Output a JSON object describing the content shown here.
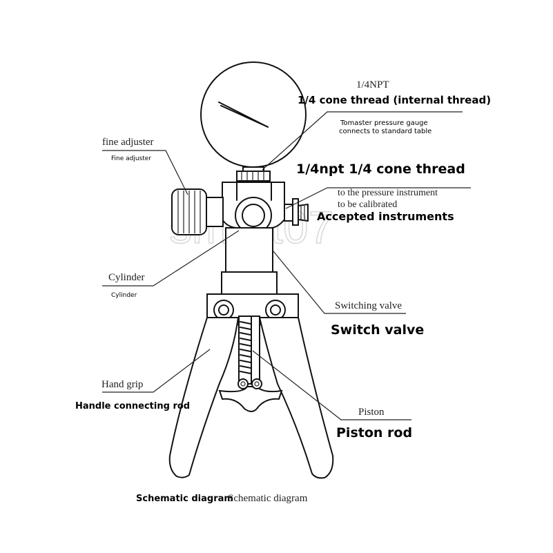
{
  "labels": {
    "npt_en": "1/4NPT",
    "npt_cn": "1/4 cone thread (internal thread)",
    "tomaster_1": "Tomaster pressure gauge",
    "tomaster_2": "connects to standard table",
    "fine_adjuster_en": "fine adjuster",
    "fine_adjuster_cn": "Fine adjuster",
    "npt_cone": "1/4npt 1/4 cone thread",
    "pressure_instrument_1": "to the pressure instrument",
    "pressure_instrument_2": "to be calibrated",
    "accepted_instruments": "Accepted instruments",
    "cylinder_en": "Cylinder",
    "cylinder_cn": "Cylinder",
    "switching_valve_en": "Switching valve",
    "switch_valve_cn": "Switch valve",
    "hand_grip_en": "Hand grip",
    "handle_rod_cn": "Handle connecting rod",
    "piston_en": "Piston",
    "piston_rod_cn": "Piston rod",
    "schematic_cn": "Schematic diagram",
    "schematic_en": "Schematic diagram"
  },
  "watermark": "smart07"
}
